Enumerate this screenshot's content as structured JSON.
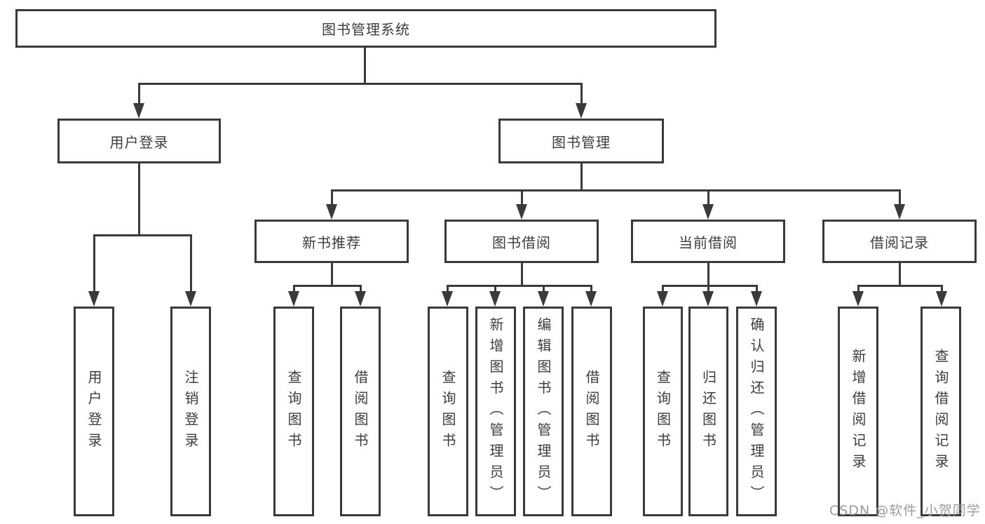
{
  "diagram_title": "图书管理系统",
  "tree": {
    "root": {
      "label": "图书管理系统",
      "children": [
        {
          "label": "用户登录",
          "children": [
            {
              "label": "用户登录"
            },
            {
              "label": "注销登录"
            }
          ]
        },
        {
          "label": "图书管理",
          "children": [
            {
              "label": "新书推荐",
              "children": [
                {
                  "label": "查询图书"
                },
                {
                  "label": "借阅图书"
                }
              ]
            },
            {
              "label": "图书借阅",
              "children": [
                {
                  "label": "查询图书"
                },
                {
                  "label": "新增图书（管理员）"
                },
                {
                  "label": "编辑图书（管理员）"
                },
                {
                  "label": "借阅图书"
                }
              ]
            },
            {
              "label": "当前借阅",
              "children": [
                {
                  "label": "查询图书"
                },
                {
                  "label": "归还图书"
                },
                {
                  "label": "确认归还（管理员）"
                }
              ]
            },
            {
              "label": "借阅记录",
              "children": [
                {
                  "label": "新增借阅记录"
                },
                {
                  "label": "查询借阅记录"
                }
              ]
            }
          ]
        }
      ]
    }
  },
  "watermark": "CSDN @软件_小贺同学",
  "colors": {
    "line": "#3a3a3a",
    "text": "#3d3d40",
    "watermark": "#9c9c9c",
    "background": "#ffffff"
  }
}
